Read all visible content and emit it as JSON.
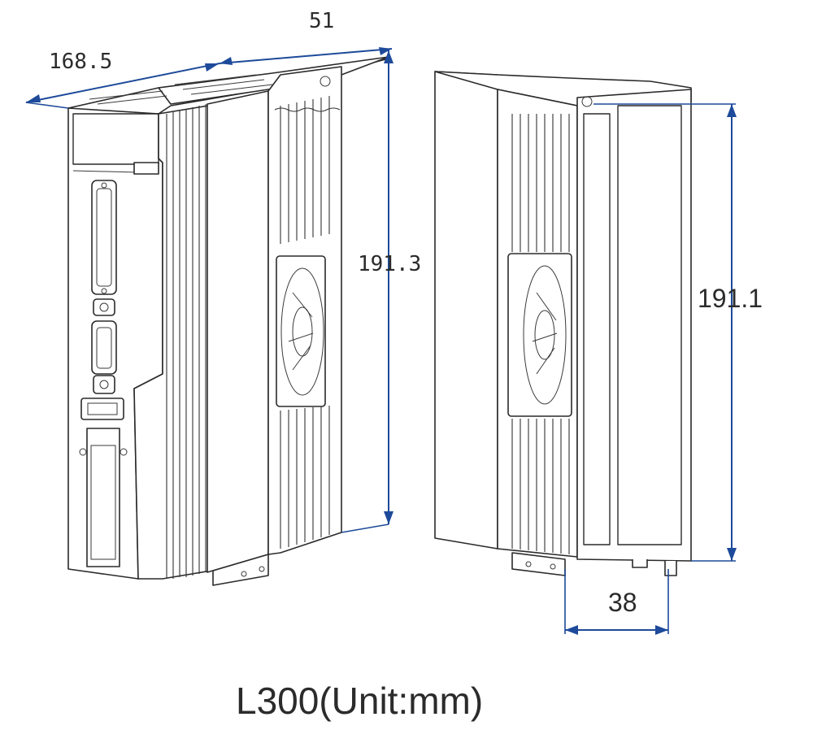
{
  "dimensions": {
    "depth_label": "168.5",
    "width_label": "51",
    "height_left_label": "191.3",
    "height_right_label": "191.1",
    "mount_width_label": "38"
  },
  "caption": "L300(Unit:mm)",
  "colors": {
    "dimension_line": "#1d4a9a",
    "outline": "#2a2a2a",
    "text": "#2b2b2b"
  }
}
